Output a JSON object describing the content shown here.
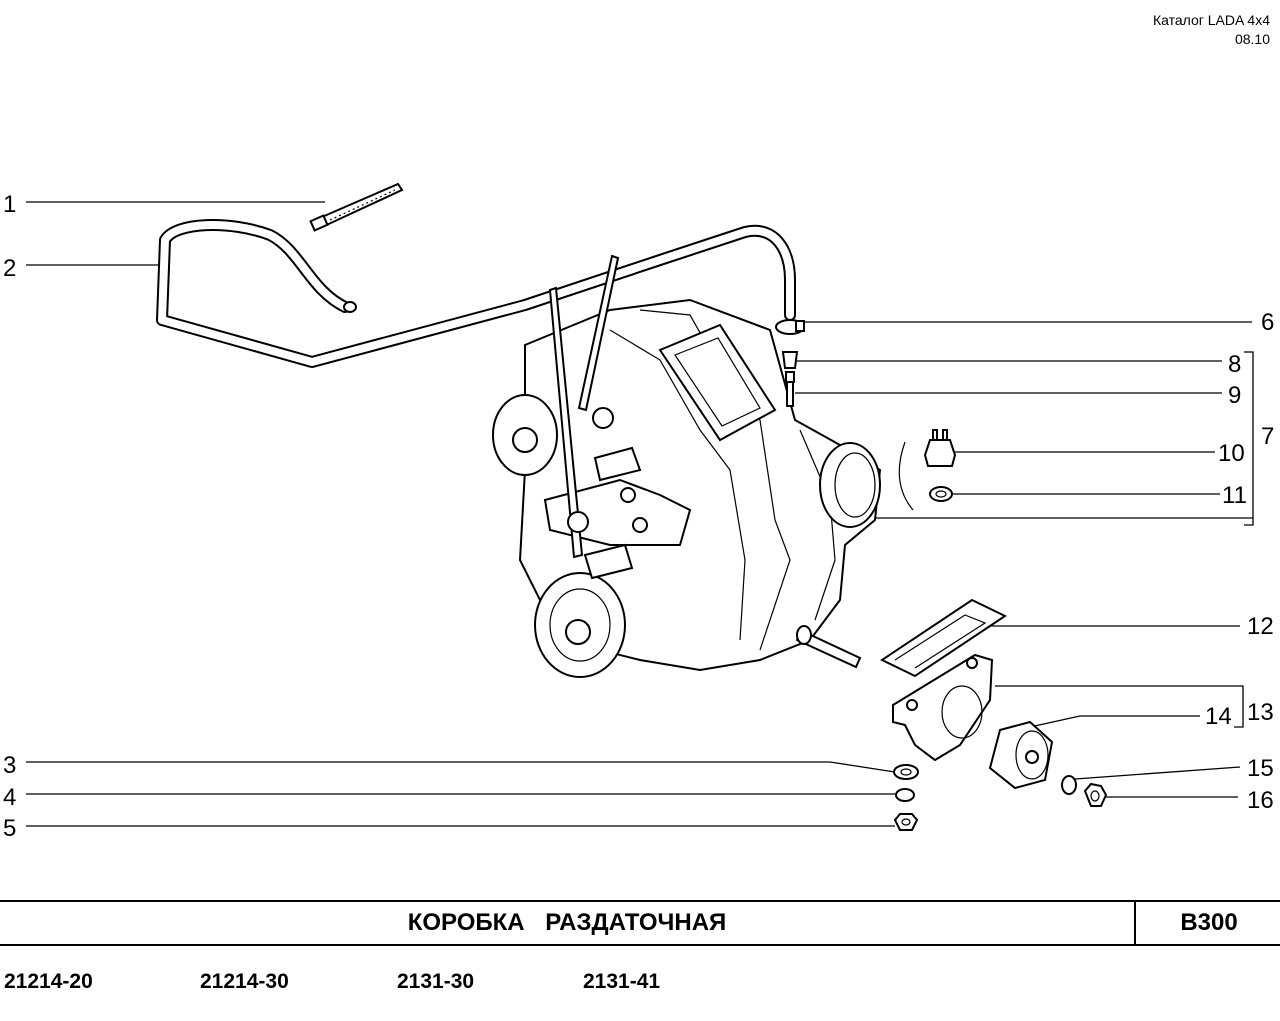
{
  "header": {
    "catalog": "Каталог  LADA  4x4",
    "date": "08.10"
  },
  "callouts": [
    "1",
    "2",
    "3",
    "4",
    "5",
    "6",
    "7",
    "8",
    "9",
    "10",
    "11",
    "12",
    "13",
    "14",
    "15",
    "16"
  ],
  "title": "КОРОБКА   РАЗДАТОЧНАЯ",
  "section_code": "B300",
  "models": [
    "21214-20",
    "21214-30",
    "2131-30",
    "2131-41"
  ]
}
